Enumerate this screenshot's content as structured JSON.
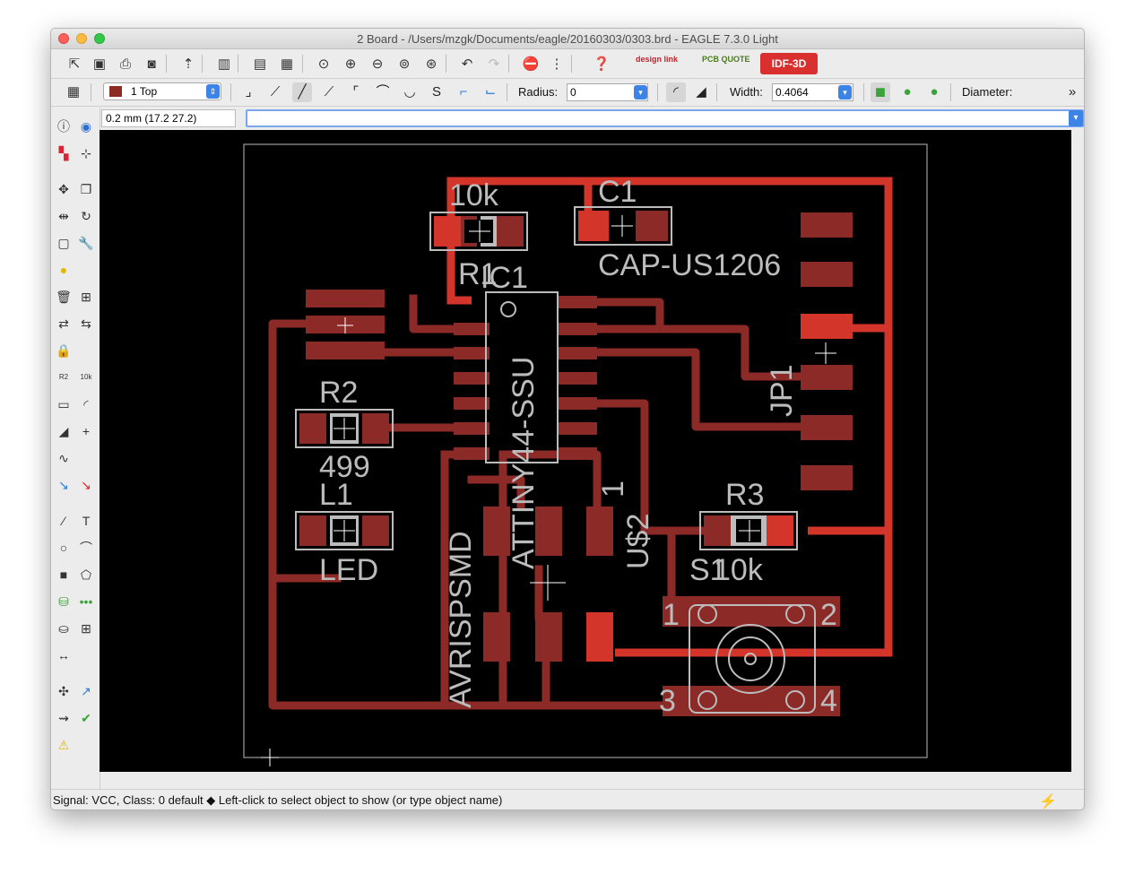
{
  "window": {
    "title": "2 Board - /Users/mzgk/Documents/eagle/20160303/0303.brd - EAGLE 7.3.0 Light"
  },
  "toolbar2": {
    "layer": "1 Top",
    "layer_color": "#8e2b25",
    "radius_label": "Radius:",
    "radius_value": "0",
    "width_label": "Width:",
    "width_value": "0.4064",
    "diameter_label": "Diameter:"
  },
  "toolbar1": {
    "designlink": "design link",
    "pcbquote": "PCB QUOTE",
    "idf3d": "IDF-3D"
  },
  "coordinates": "0.2 mm (17.2 27.2)",
  "status": "Signal: VCC, Class: 0 default  ◆ Left-click to select object to show (or type object name)",
  "board": {
    "labels": {
      "r1_value": "10k",
      "c1_name": "C1",
      "c1_value": "CAP-US1206",
      "r1_name": "R1",
      "ic1_name": "IC1",
      "r2_name": "R2",
      "r2_value": "499",
      "l1_name": "L1",
      "l1_value": "LED",
      "ic1_value": "ATTINY44-SSU",
      "avr": "AVRISPSMD",
      "us2_name": "U$2",
      "us2_pin": "1",
      "r3_name": "R3",
      "r3_value": "10k",
      "s1_name": "S1",
      "jp1_name": "JP1",
      "s1_pin1": "1",
      "s1_pin2": "2",
      "s1_pin3": "3",
      "s1_pin4": "4"
    },
    "colors": {
      "pad": "#8b2a27",
      "trace": "#d4352b",
      "silk": "#bcbcbc",
      "background": "#000000"
    }
  },
  "icons": [
    "info-icon",
    "eye-icon",
    "layers-icon",
    "mark-icon",
    "move-icon",
    "copy-icon",
    "mirror-icon",
    "rotate-icon",
    "group-icon",
    "wrench-icon",
    "change-icon",
    "paste-icon",
    "delete-icon",
    "add-icon",
    "pinswap-icon",
    "replace-icon",
    "lock-icon",
    "name-icon",
    "value-icon",
    "smash-icon",
    "miter-icon",
    "split-icon",
    "optimize-icon",
    "route-icon",
    "ripup-icon",
    "wire-icon",
    "text-icon",
    "circle-icon",
    "arc-icon",
    "rect-icon",
    "polygon-icon",
    "via-icon",
    "signal-icon",
    "hole-icon",
    "attribute-icon",
    "dimension-icon",
    "ratsnest-icon",
    "autorouter-icon",
    "erc-icon",
    "drc-icon",
    "errors-icon"
  ]
}
